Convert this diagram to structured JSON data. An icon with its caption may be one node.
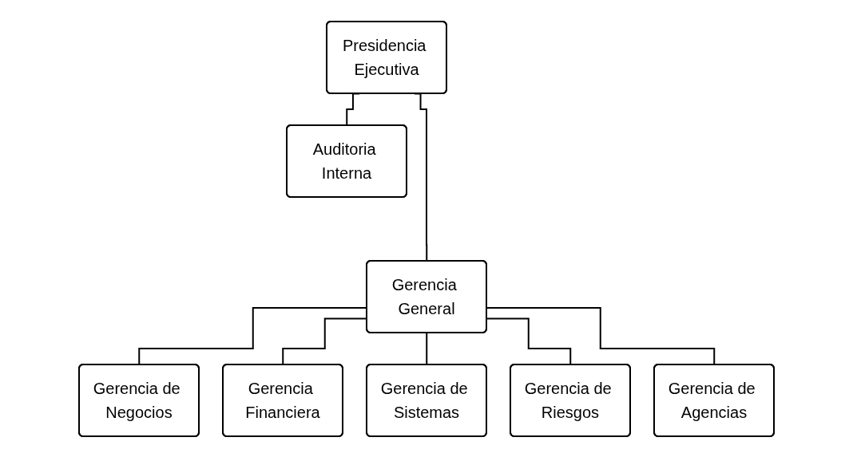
{
  "diagram": {
    "nodes": [
      {
        "text": [
          "Presidencia Ejecutiva"
        ]
      },
      {
        "text": [
          "Auditoria Interna"
        ]
      },
      {
        "text": [
          "Gerencia General"
        ]
      },
      {
        "text": [
          "Gerencia de Negocios"
        ]
      },
      {
        "text": [
          "Gerencia Financiera"
        ]
      },
      {
        "text": [
          "Gerencia de Sistemas"
        ]
      },
      {
        "text": [
          "Gerencia de Riesgos"
        ]
      },
      {
        "text": [
          "Gerencia de Agencias"
        ]
      }
    ],
    "edges": [
      {
        "from": 0,
        "to": 1,
        "arrow": "none"
      },
      {
        "from": 0,
        "to": 2,
        "arrow": "none"
      },
      {
        "from": 2,
        "to": 3,
        "arrow": "none"
      },
      {
        "from": 2,
        "to": 4,
        "arrow": "none"
      },
      {
        "from": 2,
        "to": 5,
        "arrow": "none"
      },
      {
        "from": 2,
        "to": 6,
        "arrow": "none"
      },
      {
        "from": 2,
        "to": 7,
        "arrow": "none"
      }
    ]
  }
}
